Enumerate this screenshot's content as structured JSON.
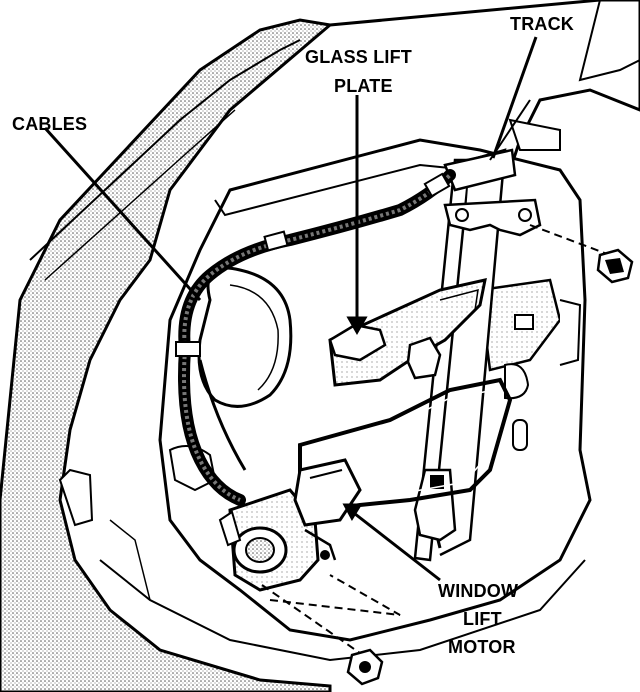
{
  "labels": {
    "track": "TRACK",
    "glass_lift_plate_line1": "GLASS LIFT",
    "glass_lift_plate_line2": "PLATE",
    "cables": "CABLES",
    "window_lift_motor_line1": "WINDOW",
    "window_lift_motor_line2": "LIFT",
    "window_lift_motor_line3": "MOTOR"
  },
  "colors": {
    "ink": "#000000",
    "paper": "#ffffff",
    "shade": "#bdbdbd"
  }
}
